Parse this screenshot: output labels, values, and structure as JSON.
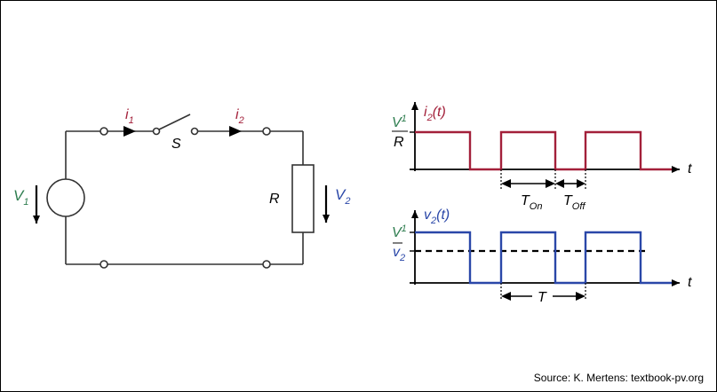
{
  "colors": {
    "wire": "#333333",
    "v1": "#2e7d4f",
    "current": "#a3203a",
    "v2": "#2a47a8"
  },
  "circuit": {
    "v1_label": {
      "main": "V",
      "sub": "1"
    },
    "i1_label": {
      "main": "i",
      "sub": "1"
    },
    "switch_label": "S",
    "i2_label": {
      "main": "i",
      "sub": "2"
    },
    "resistor_label": "R",
    "v2_label": {
      "main": "V",
      "sub": "2"
    }
  },
  "current_plot": {
    "title": {
      "main": "i",
      "sub": "2",
      "rest": "(t)"
    },
    "level_num": {
      "main": "V",
      "sub": "1"
    },
    "level_den": "R",
    "t_label": "t",
    "ton": {
      "main": "T",
      "sub": "On"
    },
    "toff": {
      "main": "T",
      "sub": "Off"
    }
  },
  "voltage_plot": {
    "title": {
      "main": "v",
      "sub": "2",
      "rest": "(t)"
    },
    "level_label": {
      "main": "V",
      "sub": "1"
    },
    "avg_label": {
      "main": "v",
      "sub": "2"
    },
    "t_label": "t",
    "period": "T"
  },
  "source": "Source: K. Mertens: textbook-pv.org"
}
